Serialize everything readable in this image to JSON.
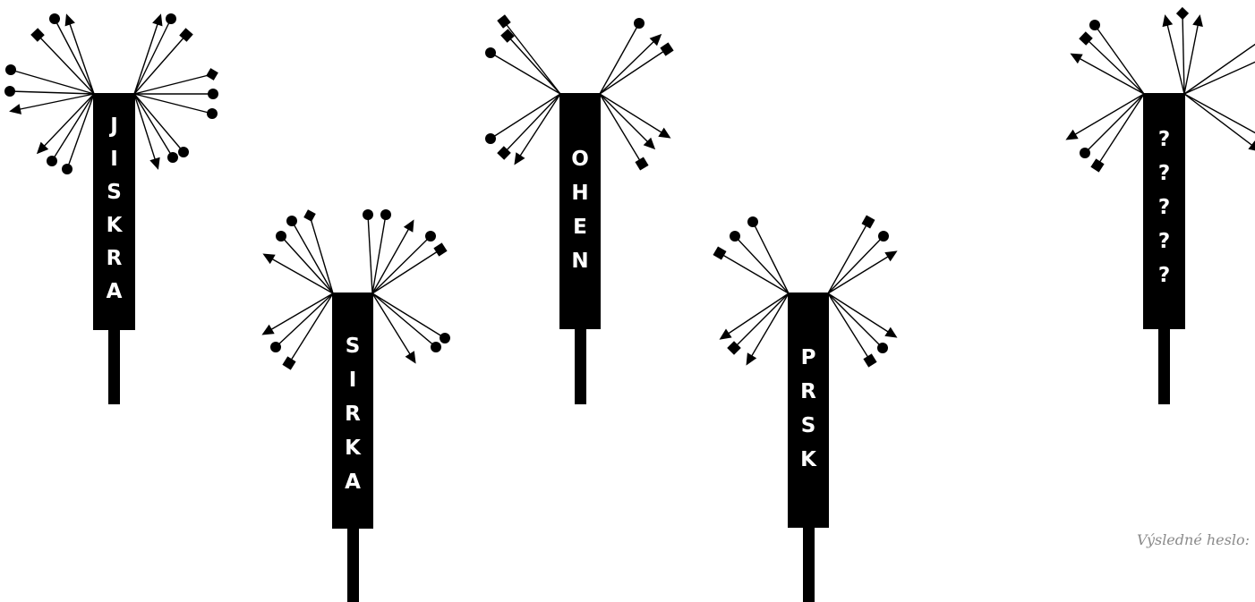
{
  "puzzle": {
    "colors": {
      "ink": "#000000",
      "label": "#ffffff",
      "footer": "#8a8a8a"
    },
    "sparklers": [
      {
        "word": "JISKRA",
        "letters": [
          "J",
          "I",
          "S",
          "K",
          "R",
          "A"
        ]
      },
      {
        "word": "SIRKA",
        "letters": [
          "S",
          "I",
          "R",
          "K",
          "A"
        ]
      },
      {
        "word": "OHEN",
        "letters": [
          "O",
          "H",
          "E",
          "N"
        ]
      },
      {
        "word": "PRSK",
        "letters": [
          "P",
          "R",
          "S",
          "K"
        ]
      },
      {
        "word": "?????",
        "letters": [
          "?",
          "?",
          "?",
          "?",
          "?"
        ]
      }
    ],
    "footer_label": "Výsledné heslo:"
  }
}
